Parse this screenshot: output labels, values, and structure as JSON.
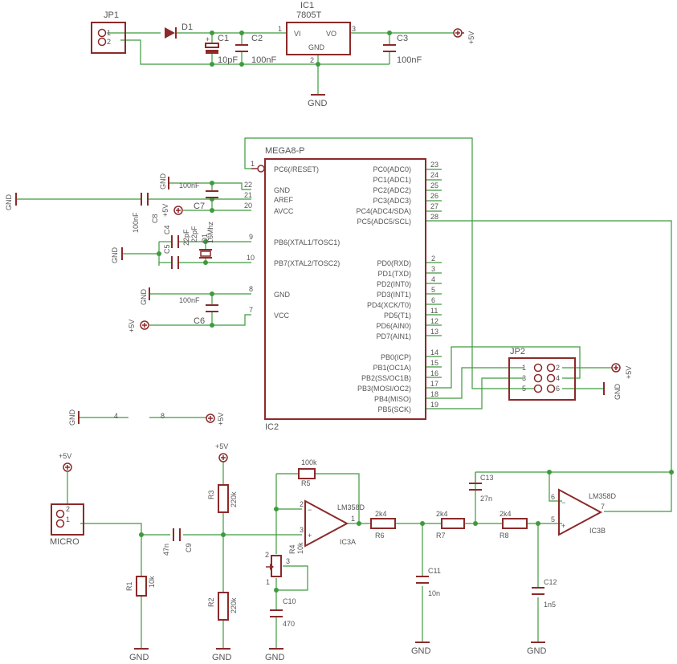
{
  "labels": {
    "jp1": "JP1",
    "jp1_p1": "1",
    "jp1_p2": "2",
    "d1": "D1",
    "ic1_name": "IC1",
    "ic1_type": "7805T",
    "ic1_vi": "VI",
    "ic1_vo": "VO",
    "ic1_gnd": "GND",
    "ic1_p1": "1",
    "ic1_p3": "3",
    "ic1_p2": "2",
    "c1": "C1",
    "c1_val": "10pF",
    "c1_plus": "+",
    "c2": "C2",
    "c2_val": "100nF",
    "c3": "C3",
    "c3_val": "100nF",
    "vcc_top": "+5V",
    "gnd_top": "GND",
    "mega": "MEGA8-P",
    "ic2": "IC2",
    "pc6": "PC6(/RESET)",
    "p1": "1",
    "gnd_a": "GND",
    "p22": "22",
    "aref": "AREF",
    "p21": "21",
    "avcc": "AVCC",
    "p20": "20",
    "pb6": "PB6(XTAL1/TOSC1)",
    "p9": "9",
    "pb7": "PB7(XTAL2/TOSC2)",
    "p10": "10",
    "gnd_b": "GND",
    "p8": "8",
    "vcc_pin": "VCC",
    "p7": "7",
    "pc0": "PC0(ADC0)",
    "p23": "23",
    "pc1": "PC1(ADC1)",
    "p24": "24",
    "pc2": "PC2(ADC2)",
    "p25": "25",
    "pc3": "PC3(ADC3)",
    "p26": "26",
    "pc4": "PC4(ADC4/SDA)",
    "p27": "27",
    "pc5": "PC5(ADC5/SCL)",
    "p28": "28",
    "pd0": "PD0(RXD)",
    "p2": "2",
    "pd1": "PD1(TXD)",
    "p3": "3",
    "pd2": "PD2(INT0)",
    "p4": "4",
    "pd3": "PD3(INT1)",
    "p5": "5",
    "pd4": "PD4(XCK/T0)",
    "p6": "6",
    "pd5": "PD5(T1)",
    "p11": "11",
    "pd6": "PD6(AIN0)",
    "p12": "12",
    "pd7": "PD7(AIN1)",
    "p13": "13",
    "pb0": "PB0(ICP)",
    "p14": "14",
    "pb1": "PB1(OC1A)",
    "p15": "15",
    "pb2": "PB2(SS/OC1B)",
    "p16": "16",
    "pb3": "PB3(MOSI/OC2)",
    "p17": "17",
    "pb4": "PB4(MISO)",
    "p18": "18",
    "pb5": "PB5(SCK)",
    "p19": "19",
    "gnd_c7": "GND",
    "c_100nf_a": "100nF",
    "c7": "C7",
    "gnd_left": "GND",
    "c8": "C8",
    "c8_val": "100nF",
    "vcc_avcc": "+5V",
    "c4": "C4",
    "c4_val": "22pF",
    "c5": "C5",
    "c5_val": "22pF",
    "q1": "Q1",
    "q1_val": "16Mhz",
    "gnd_xtal": "GND",
    "gnd_c6": "GND",
    "c_100nf_b": "100nF",
    "c6": "C6",
    "vcc_c6": "+5V",
    "jp2": "JP2",
    "jp2_1": "1",
    "jp2_2": "2",
    "jp2_3": "3",
    "jp2_4": "4",
    "jp2_5": "5",
    "jp2_6": "6",
    "vcc_jp2": "+5V",
    "gnd_jp2": "GND",
    "gnd_pwr": "GND",
    "pin4": "4",
    "pin8": "8",
    "vcc_pwr": "+5V",
    "vcc_micro": "+5V",
    "micro": "MICRO",
    "micro_p1": "1",
    "micro_p2": "2",
    "r1": "R1",
    "r1_val": "10k",
    "gnd_r1": "GND",
    "c9": "C9",
    "c9_val": "47n",
    "vcc_r3": "+5V",
    "r3": "R3",
    "r3_val": "220k",
    "r2": "R2",
    "r2_val": "220k",
    "gnd_r2": "GND",
    "r5_val": "100k",
    "r5": "R5",
    "ic3a_type": "LM358D",
    "ic3a": "IC3A",
    "oa_p2": "2",
    "oa_p3": "3",
    "oa_p1": "1",
    "r4": "R4",
    "r4_val": "10k",
    "r4_p1": "1",
    "r4_p2": "2",
    "r4_p3": "3",
    "c10": "C10",
    "c10_val": "470",
    "gnd_c10": "GND",
    "r6_val": "2k4",
    "r6": "R6",
    "r7_val": "2k4",
    "r7": "R7",
    "r8_val": "2k4",
    "r8": "R8",
    "c11": "C11",
    "c11_val": "10n",
    "gnd_c11": "GND",
    "c12": "C12",
    "c12_val": "1n5",
    "gnd_c12": "GND",
    "c13": "C13",
    "c13_val": "27n",
    "ic3b_type": "LM358D",
    "ic3b": "IC3B",
    "ob_p6": "6",
    "ob_p5": "5",
    "ob_p7": "7"
  }
}
